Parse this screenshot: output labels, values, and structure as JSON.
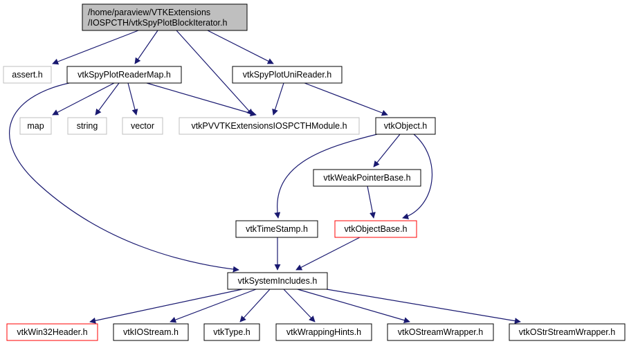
{
  "title": "Include dependency graph for vtkSpyPlotBlockIterator.h",
  "colors": {
    "edge": "#191970",
    "root_fill": "#bfbfbf",
    "root_border": "#000000",
    "documented_border": "#000000",
    "undocumented_border": "#bfbfbf",
    "truncated_border": "#ff0000",
    "background": "#ffffff"
  },
  "nodes": {
    "root": {
      "lines": [
        "/home/paraview/VTKExtensions",
        "/IOSPCTH/vtkSpyPlotBlockIterator.h"
      ],
      "kind": "root"
    },
    "assert": {
      "label": "assert.h",
      "kind": "external"
    },
    "readermap": {
      "label": "vtkSpyPlotReaderMap.h",
      "kind": "documented"
    },
    "unireader": {
      "label": "vtkSpyPlotUniReader.h",
      "kind": "documented"
    },
    "map": {
      "label": "map",
      "kind": "external"
    },
    "string": {
      "label": "string",
      "kind": "external"
    },
    "vector": {
      "label": "vector",
      "kind": "external"
    },
    "module": {
      "label": "vtkPVVTKExtensionsIOSPCTHModule.h",
      "kind": "external"
    },
    "object": {
      "label": "vtkObject.h",
      "kind": "documented"
    },
    "weakptr": {
      "label": "vtkWeakPointerBase.h",
      "kind": "documented"
    },
    "timestamp": {
      "label": "vtkTimeStamp.h",
      "kind": "documented"
    },
    "objectbase": {
      "label": "vtkObjectBase.h",
      "kind": "truncated"
    },
    "sysinc": {
      "label": "vtkSystemIncludes.h",
      "kind": "documented"
    },
    "win32": {
      "label": "vtkWin32Header.h",
      "kind": "truncated"
    },
    "iostream": {
      "label": "vtkIOStream.h",
      "kind": "documented"
    },
    "type": {
      "label": "vtkType.h",
      "kind": "documented"
    },
    "wraphints": {
      "label": "vtkWrappingHints.h",
      "kind": "documented"
    },
    "ostream": {
      "label": "vtkOStreamWrapper.h",
      "kind": "documented"
    },
    "ostrstream": {
      "label": "vtkOStrStreamWrapper.h",
      "kind": "documented"
    }
  },
  "edges": [
    [
      "root",
      "assert"
    ],
    [
      "root",
      "readermap"
    ],
    [
      "root",
      "module"
    ],
    [
      "root",
      "unireader"
    ],
    [
      "readermap",
      "map"
    ],
    [
      "readermap",
      "string"
    ],
    [
      "readermap",
      "vector"
    ],
    [
      "readermap",
      "module"
    ],
    [
      "readermap",
      "sysinc"
    ],
    [
      "unireader",
      "module"
    ],
    [
      "unireader",
      "object"
    ],
    [
      "object",
      "weakptr"
    ],
    [
      "object",
      "timestamp"
    ],
    [
      "object",
      "objectbase"
    ],
    [
      "weakptr",
      "objectbase"
    ],
    [
      "timestamp",
      "sysinc"
    ],
    [
      "objectbase",
      "sysinc"
    ],
    [
      "sysinc",
      "win32"
    ],
    [
      "sysinc",
      "iostream"
    ],
    [
      "sysinc",
      "type"
    ],
    [
      "sysinc",
      "wraphints"
    ],
    [
      "sysinc",
      "ostream"
    ],
    [
      "sysinc",
      "ostrstream"
    ]
  ]
}
